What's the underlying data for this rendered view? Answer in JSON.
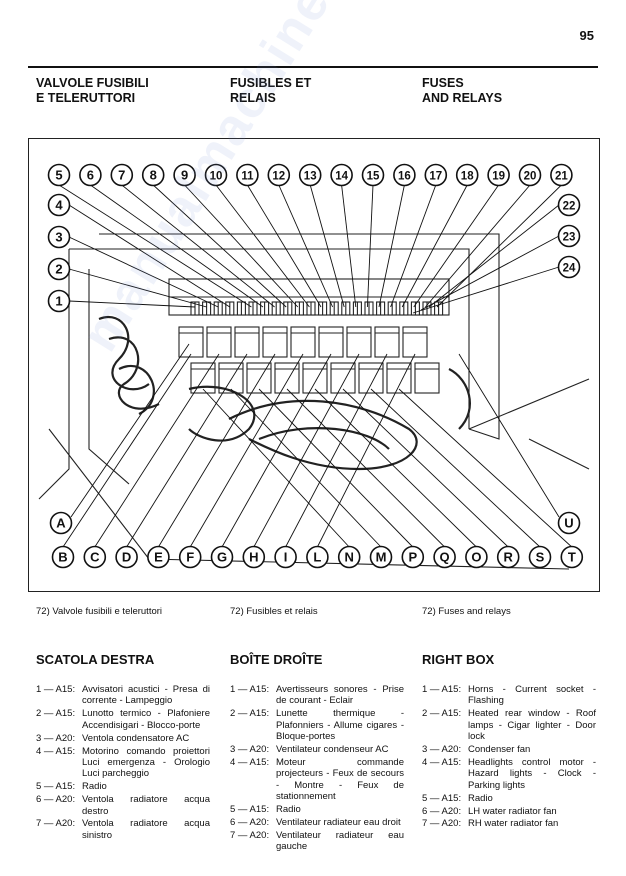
{
  "page_number": "95",
  "columns": [
    {
      "heading_line1": "VALVOLE FUSIBILI",
      "heading_line2": "E TELERUTTORI",
      "caption": "72) Valvole fusibili e teleruttori",
      "section_title": "SCATOLA DESTRA",
      "items": [
        {
          "code": "1 — A15:",
          "text": "Avvisatori acustici - Presa di corrente - Lampeggio"
        },
        {
          "code": "2 — A15:",
          "text": "Lunotto termico - Plafoniere Accendisigari - Blocco-porte"
        },
        {
          "code": "3 — A20:",
          "text": "Ventola condensatore AC"
        },
        {
          "code": "4 — A15:",
          "text": "Motorino comando proiettori Luci emergenza - Orologio Luci parcheggio"
        },
        {
          "code": "5 — A15:",
          "text": "Radio"
        },
        {
          "code": "6 — A20:",
          "text": "Ventola radiatore acqua destro"
        },
        {
          "code": "7 — A20:",
          "text": "Ventola radiatore acqua sinistro"
        }
      ]
    },
    {
      "heading_line1": "FUSIBLES ET",
      "heading_line2": "RELAIS",
      "caption": "72) Fusibles et relais",
      "section_title": "BOÎTE DROÎTE",
      "items": [
        {
          "code": "1 — A15:",
          "text": "Avertisseurs sonores - Prise de courant - Eclair"
        },
        {
          "code": "2 — A15:",
          "text": "Lunette thermique - Plafonniers - Allume cigares - Bloque-portes"
        },
        {
          "code": "3 — A20:",
          "text": "Ventilateur condenseur AC"
        },
        {
          "code": "4 — A15:",
          "text": "Moteur commande projecteurs - Feux de secours - Montre - Feux de stationnement"
        },
        {
          "code": "5 — A15:",
          "text": "Radio"
        },
        {
          "code": "6 — A20:",
          "text": "Ventilateur radiateur eau droit"
        },
        {
          "code": "7 — A20:",
          "text": "Ventilateur radiateur eau gauche"
        }
      ]
    },
    {
      "heading_line1": "FUSES",
      "heading_line2": "AND RELAYS",
      "caption": "72) Fuses and relays",
      "section_title": "RIGHT BOX",
      "items": [
        {
          "code": "1 — A15:",
          "text": "Horns - Current socket - Flashing"
        },
        {
          "code": "2 — A15:",
          "text": "Heated rear window - Roof lamps - Cigar lighter - Door lock"
        },
        {
          "code": "3 — A20:",
          "text": "Condenser fan"
        },
        {
          "code": "4 — A15:",
          "text": "Headlights control motor - Hazard lights - Clock - Parking lights"
        },
        {
          "code": "5 — A15:",
          "text": "Radio"
        },
        {
          "code": "6 — A20:",
          "text": "LH water radiator fan"
        },
        {
          "code": "7 — A20:",
          "text": "RH water radiator fan"
        }
      ]
    }
  ],
  "figure": {
    "fuse_callouts_top": [
      "5",
      "6",
      "7",
      "8",
      "9",
      "10",
      "11",
      "12",
      "13",
      "14",
      "15",
      "16",
      "17",
      "18",
      "19",
      "20",
      "21"
    ],
    "fuse_callouts_left": [
      "4",
      "3",
      "2",
      "1"
    ],
    "fuse_callouts_right": [
      "22",
      "23",
      "24"
    ],
    "relay_callouts_bottom": [
      "B",
      "C",
      "D",
      "E",
      "F",
      "G",
      "H",
      "I",
      "L",
      "N",
      "M",
      "P",
      "Q",
      "O",
      "R",
      "S",
      "T"
    ],
    "relay_callout_left": "A",
    "relay_callout_right": "U"
  },
  "watermark": "manualmachine.com"
}
